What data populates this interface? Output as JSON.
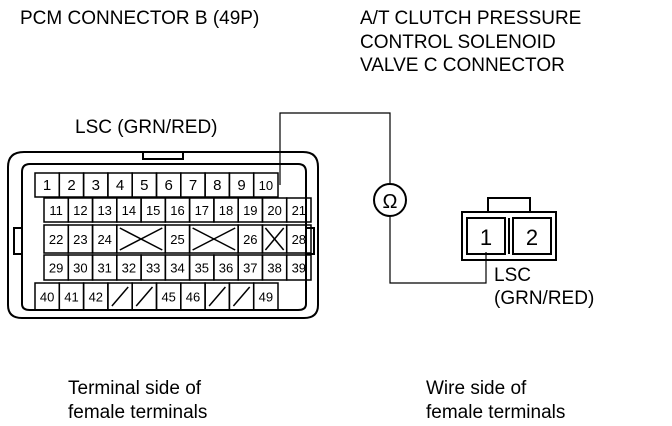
{
  "titles": {
    "pcm_connector": "PCM CONNECTOR B (49P)",
    "solenoid_line1": "A/T CLUTCH PRESSURE",
    "solenoid_line2": "CONTROL SOLENOID",
    "solenoid_line3": "VALVE C CONNECTOR"
  },
  "labels": {
    "lsc_pcm": "LSC (GRN/RED)",
    "lsc_solenoid_line1": "LSC",
    "lsc_solenoid_line2": "(GRN/RED)",
    "ohmmeter_symbol": "Ω",
    "terminal_side_line1": "Terminal side of",
    "terminal_side_line2": "female terminals",
    "wire_side_line1": "Wire side of",
    "wire_side_line2": "female terminals"
  },
  "pcm_rows": [
    [
      "1",
      "2",
      "3",
      "4",
      "5",
      "6",
      "7",
      "8",
      "9",
      "10"
    ],
    [
      "11",
      "12",
      "13",
      "14",
      "15",
      "16",
      "17",
      "18",
      "19",
      "20",
      "21"
    ],
    [
      "22",
      "23",
      "24",
      "",
      "25",
      "",
      "26",
      "",
      "28"
    ],
    [
      "29",
      "30",
      "31",
      "32",
      "33",
      "34",
      "35",
      "36",
      "37",
      "38",
      "39"
    ],
    [
      "40",
      "41",
      "42",
      "",
      "",
      "45",
      "46",
      "",
      "",
      "49"
    ]
  ],
  "solenoid_terminals": [
    "1",
    "2"
  ],
  "colors": {
    "line": "#000000",
    "background": "#ffffff"
  }
}
